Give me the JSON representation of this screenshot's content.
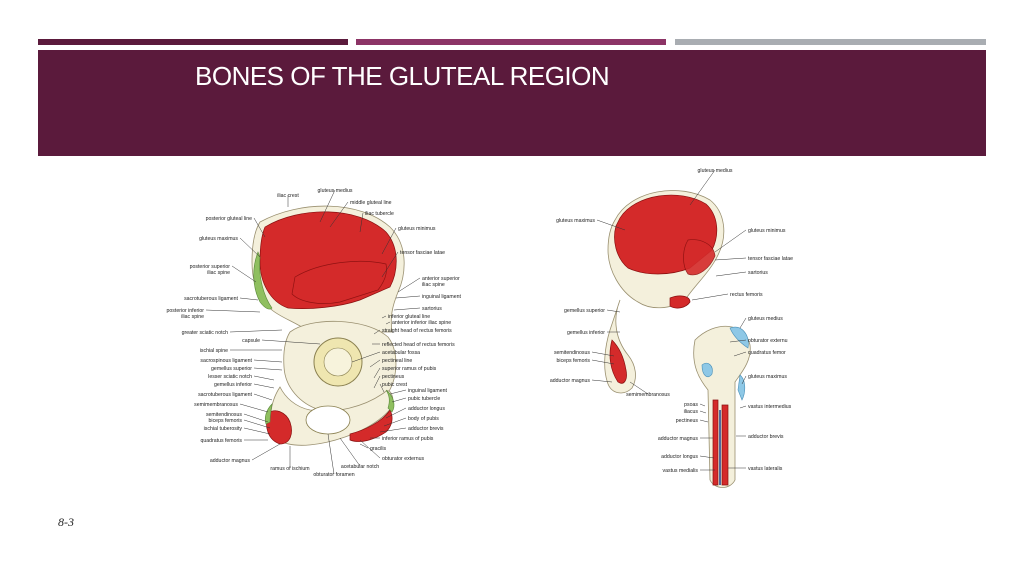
{
  "colors": {
    "primary": "#5b1a3c",
    "accent": "#8c3466",
    "gray": "#a9adb2"
  },
  "title": "BONES OF THE GLUTEAL REGION",
  "slide_number": "8-3",
  "left_figure": {
    "labels": [
      "iliac crest",
      "gluteus medius",
      "middle gluteal line",
      "iliac tubercle",
      "posterior gluteal line",
      "gluteus minimus",
      "gluteus maximus",
      "tensor fasciae latae",
      "posterior superior",
      "iliac spine",
      "anterior superior",
      "iliac spine",
      "inguinal ligament",
      "sacrotuberous ligament",
      "sartorius",
      "posterior inferior",
      "iliac spine",
      "inferior gluteal line",
      "anterior inferior iliac spine",
      "greater sciatic notch",
      "capsule",
      "straight head of rectus femoris",
      "ischial spine",
      "reflected head of rectus femoris",
      "acetabular fossa",
      "sacrospinous ligament",
      "pectineal line",
      "gemellus superior",
      "superior ramus of pubis",
      "lesser sciatic notch",
      "pectineus",
      "gemellus inferior",
      "pubic crest",
      "inguinal ligament",
      "sacrotuberous ligament",
      "pubic tubercle",
      "semimembranosus",
      "adductor longus",
      "semitendinosus",
      "body of pubis",
      "biceps femoris",
      "adductor brevis",
      "ischial tuberosity",
      "inferior ramus of pubis",
      "quadratus femoris",
      "gracilis",
      "adductor magnus",
      "obturator externus",
      "ramus of ischium",
      "acetabular notch",
      "obturator foramen"
    ]
  },
  "right_figure": {
    "labels": [
      "gluteus medius",
      "gluteus maximus",
      "gluteus minimus",
      "tensor fasciae latae",
      "sartorius",
      "rectus femoris",
      "gemellus superior",
      "gluteus medius",
      "gemellus inferior",
      "obturator externu",
      "semitendinosus",
      "quadratus femor",
      "biceps femoris",
      "adductor magnus",
      "gluteus maximus",
      "semimembranosus",
      "psoas",
      "iliacus",
      "vastus intermedius",
      "pectineus",
      "adductor magnus",
      "adductor brevis",
      "adductor longus",
      "vastus medialis",
      "vastus lateralis"
    ]
  }
}
